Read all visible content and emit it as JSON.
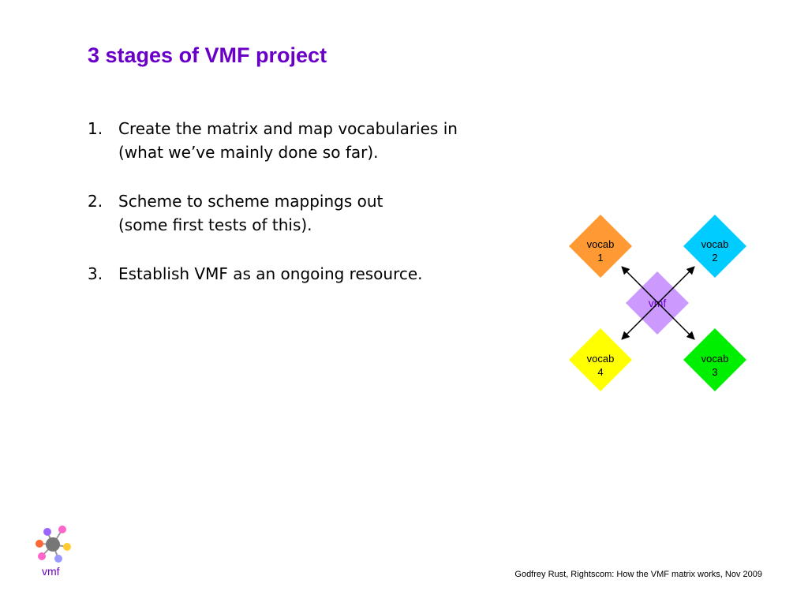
{
  "title": "3 stages of VMF project",
  "stages": [
    {
      "num": "1.",
      "lines": [
        "Create the matrix and map vocabularies in",
        "(what we’ve mainly done so far)."
      ]
    },
    {
      "num": "2.",
      "lines": [
        "Scheme to scheme mappings out",
        "(some first tests of this)."
      ]
    },
    {
      "num": "3.",
      "lines": [
        "Establish VMF as an ongoing resource."
      ]
    }
  ],
  "diagram": {
    "center": {
      "label": "vmf",
      "color": "#cc99ff"
    },
    "nodes": [
      {
        "line1": "vocab",
        "line2": "1",
        "color": "#ff9933"
      },
      {
        "line1": "vocab",
        "line2": "2",
        "color": "#00ccff"
      },
      {
        "line1": "vocab",
        "line2": "3",
        "color": "#00ee00"
      },
      {
        "line1": "vocab",
        "line2": "4",
        "color": "#ffff00"
      }
    ]
  },
  "logo": {
    "text": "vmf"
  },
  "footer": "Godfrey Rust, Rightscom: How the VMF matrix works, Nov 2009"
}
